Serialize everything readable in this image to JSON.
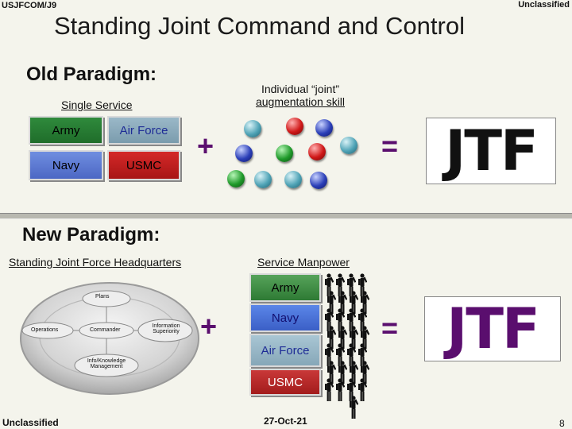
{
  "header": {
    "left": "USJFCOM/J9",
    "right": "Unclassified",
    "title": "Standing Joint Command and Control"
  },
  "old": {
    "heading": "Old Paradigm:",
    "single_service_label": "Single Service",
    "augmentation_label_line1": "Individual “joint”",
    "augmentation_label_line2": "augmentation skill",
    "services": {
      "army": "Army",
      "air_force": "Air Force",
      "navy": "Navy",
      "usmc": "USMC"
    },
    "plus": "+",
    "equals": "=",
    "result": "JTF",
    "ball_colors": {
      "teal": "#4fa3b6",
      "red": "#d01818",
      "blue": "#2b3fb8",
      "green": "#1f9a2a"
    }
  },
  "new": {
    "heading": "New Paradigm:",
    "sjfhq_label": "Standing Joint Force Headquarters",
    "manpower_label": "Service Manpower",
    "diagram": {
      "plans": "Plans",
      "operations": "Operations",
      "commander": "Commander",
      "info_superiority_line1": "Information",
      "info_superiority_line2": "Superiority",
      "knowledge_line1": "Info/Knowledge",
      "knowledge_line2": "Management"
    },
    "services": {
      "army": "Army",
      "navy": "Navy",
      "air_force": "Air Force",
      "usmc": "USMC"
    },
    "plus": "+",
    "equals": "=",
    "result": "JTF",
    "result_color": "#5a0e6e"
  },
  "footer": {
    "left": "Unclassified",
    "center": "27-Oct-21",
    "page": "8"
  }
}
